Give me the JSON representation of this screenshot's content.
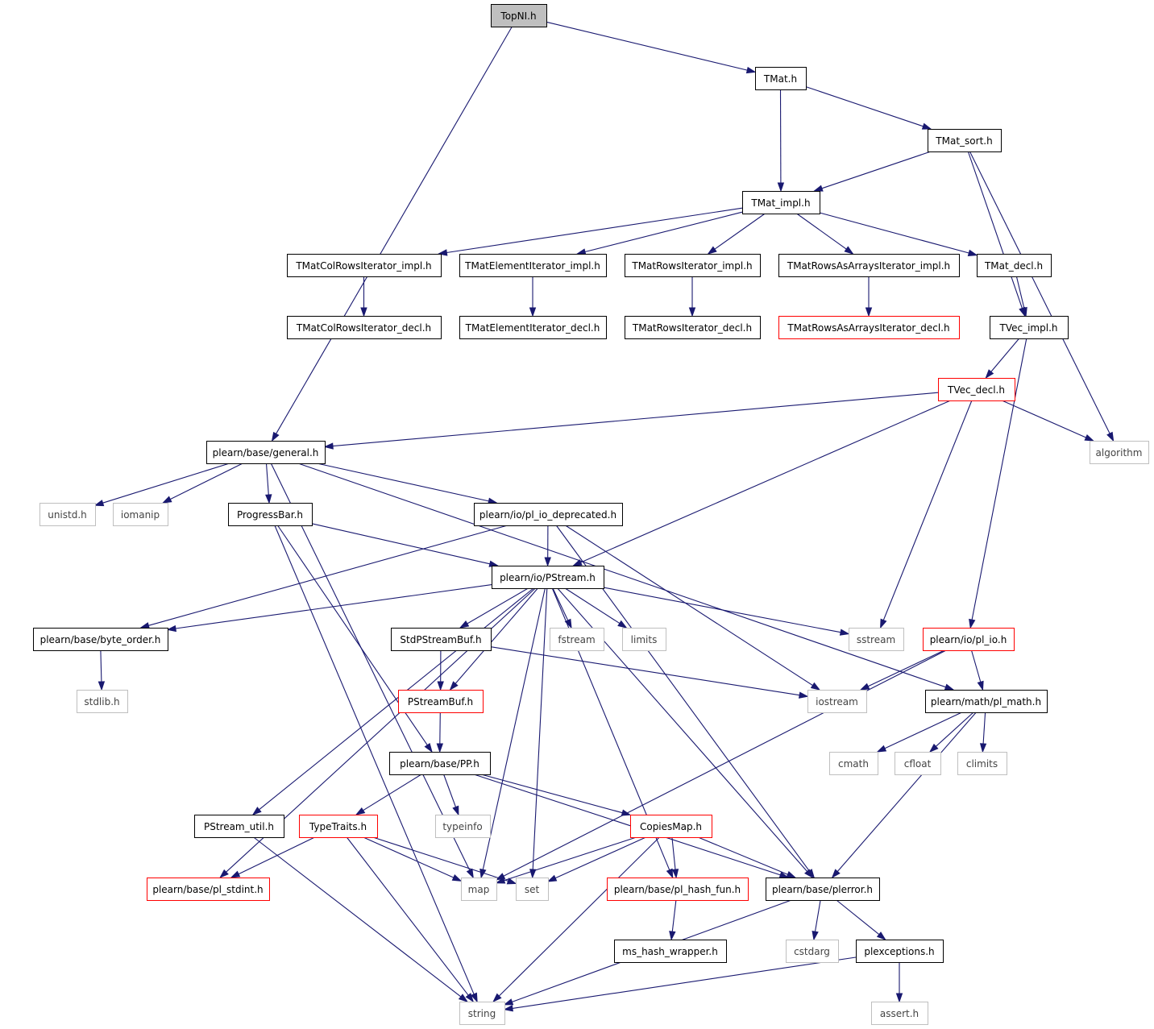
{
  "nodes": [
    {
      "id": "TopNI",
      "label": "TopNI.h",
      "style": "root"
    },
    {
      "id": "TMat",
      "label": "TMat.h",
      "style": "normal"
    },
    {
      "id": "TMat_sort",
      "label": "TMat_sort.h",
      "style": "normal"
    },
    {
      "id": "TMat_impl",
      "label": "TMat_impl.h",
      "style": "normal"
    },
    {
      "id": "ColRowsImpl",
      "label": "TMatColRowsIterator_impl.h",
      "style": "normal"
    },
    {
      "id": "ElemImpl",
      "label": "TMatElementIterator_impl.h",
      "style": "normal"
    },
    {
      "id": "RowsImpl",
      "label": "TMatRowsIterator_impl.h",
      "style": "normal"
    },
    {
      "id": "RowsArrImpl",
      "label": "TMatRowsAsArraysIterator_impl.h",
      "style": "normal"
    },
    {
      "id": "TMat_decl",
      "label": "TMat_decl.h",
      "style": "normal"
    },
    {
      "id": "ColRowsDecl",
      "label": "TMatColRowsIterator_decl.h",
      "style": "normal"
    },
    {
      "id": "ElemDecl",
      "label": "TMatElementIterator_decl.h",
      "style": "normal"
    },
    {
      "id": "RowsDecl",
      "label": "TMatRowsIterator_decl.h",
      "style": "normal"
    },
    {
      "id": "RowsArrDecl",
      "label": "TMatRowsAsArraysIterator_decl.h",
      "style": "red"
    },
    {
      "id": "TVec_impl",
      "label": "TVec_impl.h",
      "style": "normal"
    },
    {
      "id": "TVec_decl",
      "label": "TVec_decl.h",
      "style": "red"
    },
    {
      "id": "general",
      "label": "plearn/base/general.h",
      "style": "normal"
    },
    {
      "id": "algorithm",
      "label": "algorithm",
      "style": "gray"
    },
    {
      "id": "unistd",
      "label": "unistd.h",
      "style": "gray"
    },
    {
      "id": "iomanip",
      "label": "iomanip",
      "style": "gray"
    },
    {
      "id": "ProgressBar",
      "label": "ProgressBar.h",
      "style": "normal"
    },
    {
      "id": "pl_io_dep",
      "label": "plearn/io/pl_io_deprecated.h",
      "style": "normal"
    },
    {
      "id": "PStream",
      "label": "plearn/io/PStream.h",
      "style": "normal"
    },
    {
      "id": "byte_order",
      "label": "plearn/base/byte_order.h",
      "style": "normal"
    },
    {
      "id": "StdPStreamBuf",
      "label": "StdPStreamBuf.h",
      "style": "normal"
    },
    {
      "id": "fstream",
      "label": "fstream",
      "style": "gray"
    },
    {
      "id": "limits",
      "label": "limits",
      "style": "gray"
    },
    {
      "id": "sstream",
      "label": "sstream",
      "style": "gray"
    },
    {
      "id": "pl_io",
      "label": "plearn/io/pl_io.h",
      "style": "red"
    },
    {
      "id": "stdlib",
      "label": "stdlib.h",
      "style": "gray"
    },
    {
      "id": "PStreamBuf",
      "label": "PStreamBuf.h",
      "style": "red"
    },
    {
      "id": "iostream",
      "label": "iostream",
      "style": "gray"
    },
    {
      "id": "pl_math",
      "label": "plearn/math/pl_math.h",
      "style": "normal"
    },
    {
      "id": "PP",
      "label": "plearn/base/PP.h",
      "style": "normal"
    },
    {
      "id": "cmath",
      "label": "cmath",
      "style": "gray"
    },
    {
      "id": "cfloat",
      "label": "cfloat",
      "style": "gray"
    },
    {
      "id": "climits",
      "label": "climits",
      "style": "gray"
    },
    {
      "id": "PStream_util",
      "label": "PStream_util.h",
      "style": "normal"
    },
    {
      "id": "TypeTraits",
      "label": "TypeTraits.h",
      "style": "red"
    },
    {
      "id": "typeinfo",
      "label": "typeinfo",
      "style": "gray"
    },
    {
      "id": "CopiesMap",
      "label": "CopiesMap.h",
      "style": "red"
    },
    {
      "id": "pl_stdint",
      "label": "plearn/base/pl_stdint.h",
      "style": "red"
    },
    {
      "id": "map",
      "label": "map",
      "style": "gray"
    },
    {
      "id": "set",
      "label": "set",
      "style": "gray"
    },
    {
      "id": "pl_hash_fun",
      "label": "plearn/base/pl_hash_fun.h",
      "style": "red"
    },
    {
      "id": "plerror",
      "label": "plearn/base/plerror.h",
      "style": "normal"
    },
    {
      "id": "ms_hash",
      "label": "ms_hash_wrapper.h",
      "style": "normal"
    },
    {
      "id": "cstdarg",
      "label": "cstdarg",
      "style": "gray"
    },
    {
      "id": "plexceptions",
      "label": "plexceptions.h",
      "style": "normal"
    },
    {
      "id": "string",
      "label": "string",
      "style": "gray"
    },
    {
      "id": "assert",
      "label": "assert.h",
      "style": "gray"
    }
  ],
  "edges": [
    [
      "TopNI",
      "TMat"
    ],
    [
      "TopNI",
      "general"
    ],
    [
      "TMat",
      "TMat_impl"
    ],
    [
      "TMat",
      "TMat_sort"
    ],
    [
      "TMat_sort",
      "TMat_impl"
    ],
    [
      "TMat_sort",
      "TVec_impl"
    ],
    [
      "TMat_sort",
      "algorithm"
    ],
    [
      "TMat_impl",
      "ColRowsImpl"
    ],
    [
      "TMat_impl",
      "ElemImpl"
    ],
    [
      "TMat_impl",
      "RowsImpl"
    ],
    [
      "TMat_impl",
      "RowsArrImpl"
    ],
    [
      "TMat_impl",
      "TMat_decl"
    ],
    [
      "ColRowsImpl",
      "ColRowsDecl"
    ],
    [
      "ElemImpl",
      "ElemDecl"
    ],
    [
      "RowsImpl",
      "RowsDecl"
    ],
    [
      "RowsArrImpl",
      "RowsArrDecl"
    ],
    [
      "TMat_decl",
      "TVec_impl"
    ],
    [
      "TVec_impl",
      "TVec_decl"
    ],
    [
      "TVec_impl",
      "pl_io"
    ],
    [
      "TVec_decl",
      "general"
    ],
    [
      "TVec_decl",
      "algorithm"
    ],
    [
      "TVec_decl",
      "PStream"
    ],
    [
      "TVec_decl",
      "sstream"
    ],
    [
      "general",
      "unistd"
    ],
    [
      "general",
      "iomanip"
    ],
    [
      "general",
      "ProgressBar"
    ],
    [
      "general",
      "pl_io_dep"
    ],
    [
      "general",
      "map"
    ],
    [
      "general",
      "pl_math"
    ],
    [
      "ProgressBar",
      "PStream"
    ],
    [
      "ProgressBar",
      "PP"
    ],
    [
      "ProgressBar",
      "string"
    ],
    [
      "pl_io_dep",
      "PStream"
    ],
    [
      "pl_io_dep",
      "byte_order"
    ],
    [
      "pl_io_dep",
      "iostream"
    ],
    [
      "pl_io_dep",
      "plerror"
    ],
    [
      "PStream",
      "byte_order"
    ],
    [
      "PStream",
      "StdPStreamBuf"
    ],
    [
      "PStream",
      "fstream"
    ],
    [
      "PStream",
      "limits"
    ],
    [
      "PStream",
      "sstream"
    ],
    [
      "PStream",
      "PStreamBuf"
    ],
    [
      "PStream",
      "map"
    ],
    [
      "PStream",
      "set"
    ],
    [
      "PStream",
      "pl_hash_fun"
    ],
    [
      "PStream",
      "plerror"
    ],
    [
      "PStream",
      "PStream_util"
    ],
    [
      "PStream",
      "pl_stdint"
    ],
    [
      "byte_order",
      "stdlib"
    ],
    [
      "StdPStreamBuf",
      "PStreamBuf"
    ],
    [
      "StdPStreamBuf",
      "iostream"
    ],
    [
      "PStreamBuf",
      "PP"
    ],
    [
      "pl_io",
      "iostream"
    ],
    [
      "pl_io",
      "pl_math"
    ],
    [
      "pl_io",
      "map"
    ],
    [
      "pl_math",
      "cmath"
    ],
    [
      "pl_math",
      "cfloat"
    ],
    [
      "pl_math",
      "climits"
    ],
    [
      "pl_math",
      "plerror"
    ],
    [
      "PP",
      "TypeTraits"
    ],
    [
      "PP",
      "typeinfo"
    ],
    [
      "PP",
      "CopiesMap"
    ],
    [
      "PP",
      "plerror"
    ],
    [
      "PStream_util",
      "string"
    ],
    [
      "TypeTraits",
      "pl_stdint"
    ],
    [
      "TypeTraits",
      "map"
    ],
    [
      "TypeTraits",
      "set"
    ],
    [
      "TypeTraits",
      "string"
    ],
    [
      "CopiesMap",
      "map"
    ],
    [
      "CopiesMap",
      "set"
    ],
    [
      "CopiesMap",
      "pl_hash_fun"
    ],
    [
      "CopiesMap",
      "plerror"
    ],
    [
      "CopiesMap",
      "string"
    ],
    [
      "pl_hash_fun",
      "ms_hash"
    ],
    [
      "plerror",
      "cstdarg"
    ],
    [
      "plerror",
      "plexceptions"
    ],
    [
      "plerror",
      "string"
    ],
    [
      "plexceptions",
      "string"
    ],
    [
      "plexceptions",
      "assert"
    ]
  ],
  "colors": {
    "edge": "#191970",
    "root_fill": "#bfbfbf",
    "red_border": "#ff0000",
    "gray_border": "#bfbfbf",
    "normal_border": "#000000"
  }
}
